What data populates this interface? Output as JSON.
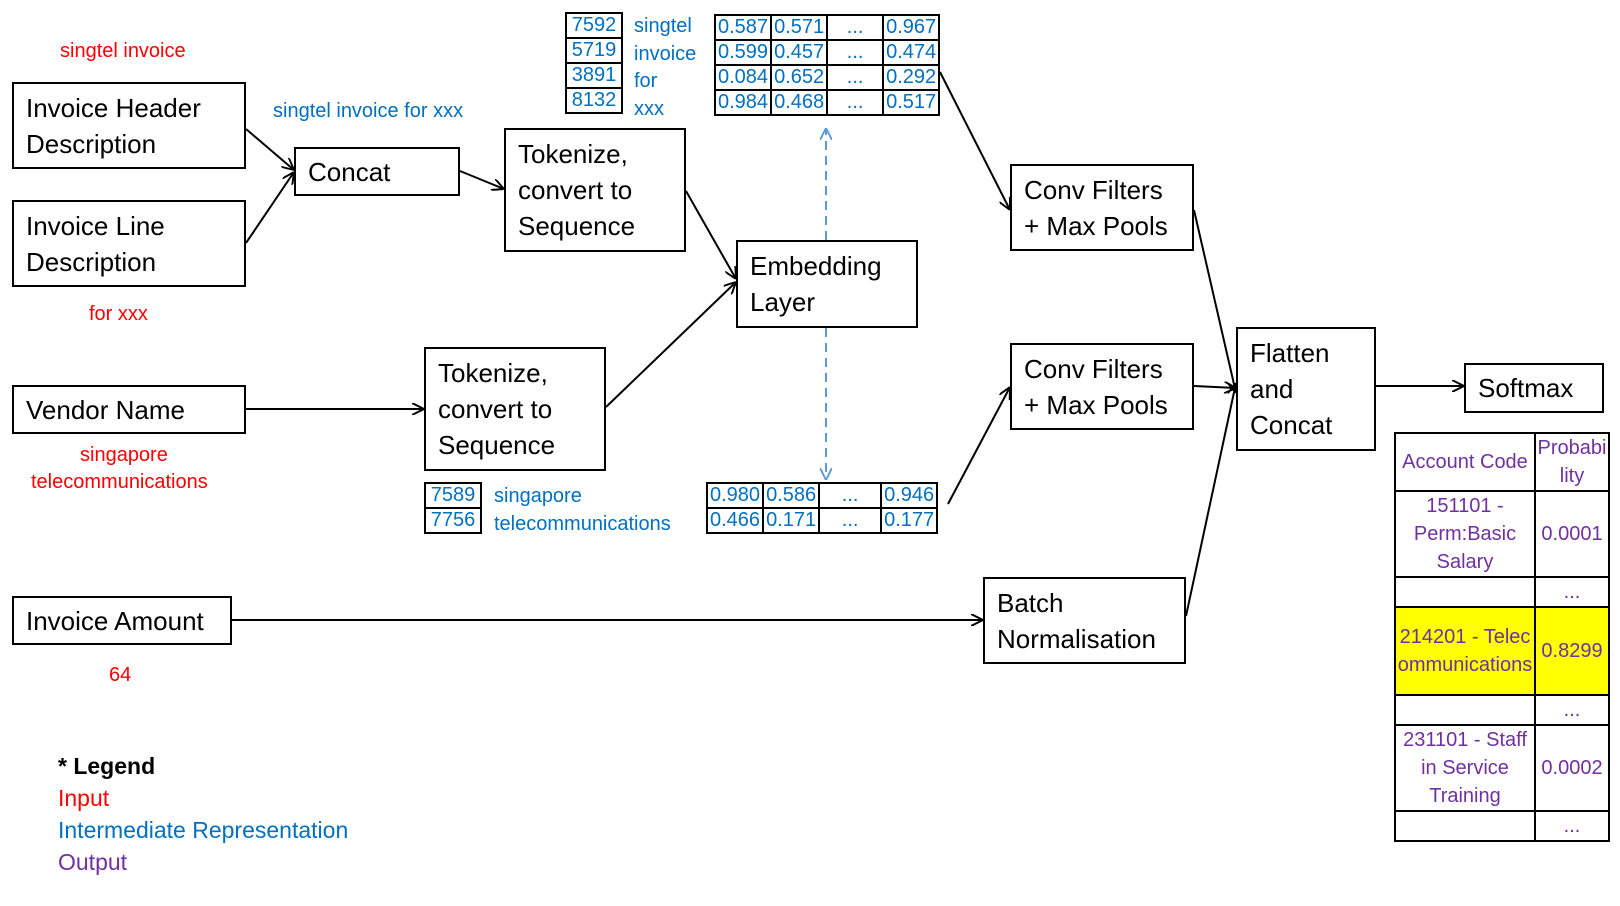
{
  "boxes": {
    "invoice_header": [
      "Invoice Header",
      "Description"
    ],
    "invoice_line": [
      "Invoice Line",
      "Description"
    ],
    "concat": [
      "Concat"
    ],
    "tokenize_top": [
      "Tokenize,",
      "convert to",
      "Sequence"
    ],
    "vendor_name": [
      "Vendor Name"
    ],
    "tokenize_mid": [
      "Tokenize,",
      "convert to",
      "Sequence"
    ],
    "embedding": [
      "Embedding",
      "Layer"
    ],
    "conv_top": [
      "Conv Filters",
      "+ Max Pools"
    ],
    "conv_bottom": [
      "Conv Filters",
      "+ Max Pools"
    ],
    "invoice_amount": [
      "Invoice Amount"
    ],
    "batch_norm": [
      "Batch",
      "Normalisation"
    ],
    "flatten": [
      "Flatten",
      "and",
      "Concat"
    ],
    "softmax": [
      "Softmax"
    ]
  },
  "labels": {
    "singtel_invoice": "singtel invoice",
    "for_xxx": "for xxx",
    "singtel_invoice_for_xxx": "singtel invoice for xxx",
    "singapore": "singapore",
    "telecommunications": "telecommunications",
    "amount_value": "64"
  },
  "token_seq_top": {
    "ids": [
      "7592",
      "5719",
      "3891",
      "8132"
    ],
    "words": [
      "singtel",
      "invoice",
      "for",
      "xxx"
    ]
  },
  "token_seq_bottom": {
    "ids": [
      "7589",
      "7756"
    ],
    "words": [
      "singapore",
      "telecommunications"
    ]
  },
  "embedding_top": [
    [
      "0.587",
      "0.571",
      "...",
      "0.967"
    ],
    [
      "0.599",
      "0.457",
      "...",
      "0.474"
    ],
    [
      "0.084",
      "0.652",
      "...",
      "0.292"
    ],
    [
      "0.984",
      "0.468",
      "...",
      "0.517"
    ]
  ],
  "embedding_bottom": [
    [
      "0.980",
      "0.586",
      "...",
      "0.946"
    ],
    [
      "0.466",
      "0.171",
      "...",
      "0.177"
    ]
  ],
  "output_table": {
    "headers": [
      "Account Code",
      "Probability"
    ],
    "rows": [
      {
        "code": "151101 - Perm:Basic Salary",
        "prob": "0.0001",
        "highlight": false
      },
      {
        "code": "",
        "prob": "...",
        "highlight": false
      },
      {
        "code": "214201 - Telecommunications",
        "prob": "0.8299",
        "highlight": true
      },
      {
        "code": "",
        "prob": "...",
        "highlight": false
      },
      {
        "code": "231101 - Staff in Service Training",
        "prob": "0.0002",
        "highlight": false
      },
      {
        "code": "",
        "prob": "...",
        "highlight": false
      }
    ],
    "highlight_color": "#ffff00"
  },
  "legend": {
    "title": "* Legend",
    "items": [
      {
        "label": "Input",
        "color": "#ff0000"
      },
      {
        "label": "Intermediate Representation",
        "color": "#0070c0"
      },
      {
        "label": "Output",
        "color": "#7030a0"
      }
    ]
  },
  "colors": {
    "input": "#ff0000",
    "intermediate": "#0070c0",
    "output": "#7030a0",
    "dashed_arrow": "#5b9bd5"
  }
}
